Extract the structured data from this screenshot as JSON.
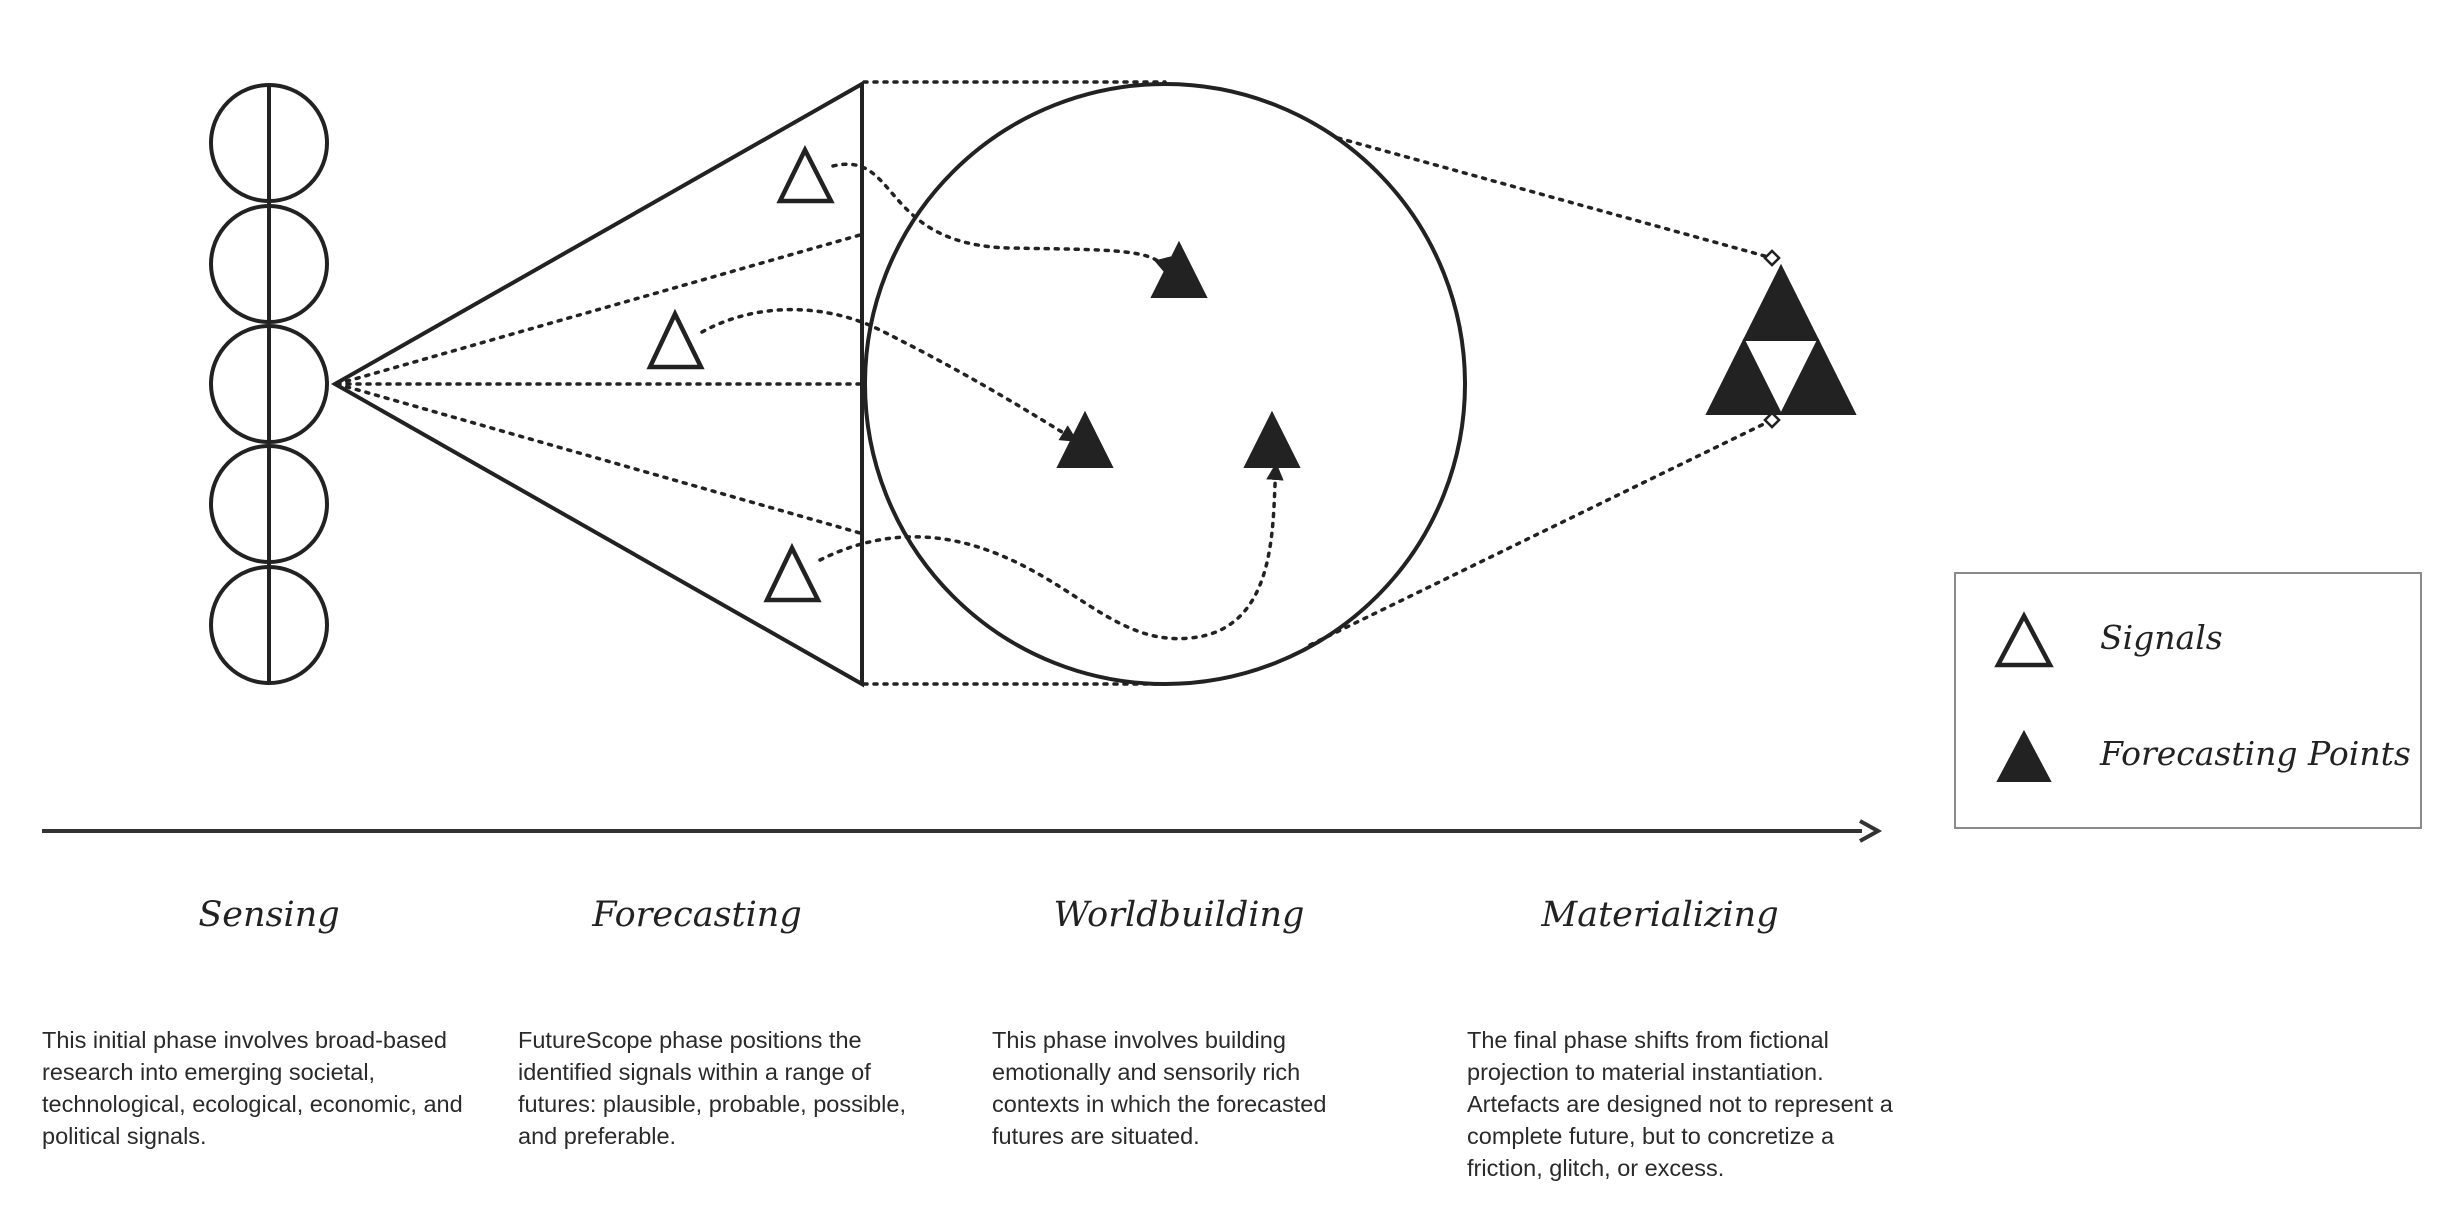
{
  "phases": [
    {
      "title": "Sensing",
      "description": "This initial phase involves broad-based research into emerging societal, technological, ecological, economic, and political signals."
    },
    {
      "title": "Forecasting",
      "description": "FutureScope phase positions the identified signals within a range of futures: plausible, probable, possible, and preferable."
    },
    {
      "title": "Worldbuilding",
      "description": "This phase involves building emotionally and sensorily rich contexts in which the forecasted futures are situated."
    },
    {
      "title": "Materializing",
      "description": "The final phase shifts from fictional projection to material instantiation. Artefacts are designed not to represent a complete future, but to concretize a friction, glitch, or excess."
    }
  ],
  "legend": {
    "signals_label": "Signals",
    "forecasting_points_label": "Forecasting Points"
  },
  "colors": {
    "stroke": "#222222",
    "legend_border": "#8a8a8a",
    "background": "#ffffff"
  }
}
